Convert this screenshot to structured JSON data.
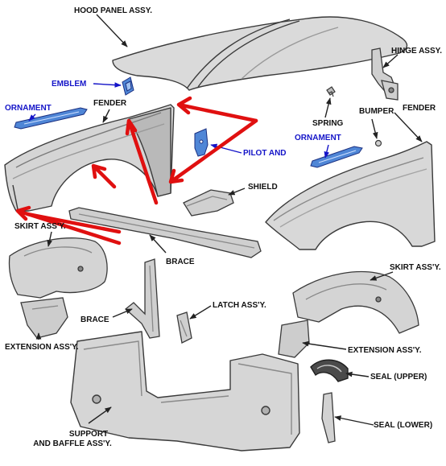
{
  "colors": {
    "outline": "#3a3a3a",
    "part_fill": "#d8d8d8",
    "part_shade": "#b4b4b4",
    "accent_blue": "#1414c8",
    "part_blue": "#4f86d6",
    "arrow_red": "#e01010"
  },
  "labels": {
    "hood_panel": "HOOD PANEL ASSY.",
    "hinge": "HINGE ASSY.",
    "emblem": "EMBLEM",
    "ornament_left": "ORNAMENT",
    "fender_left": "FENDER",
    "spring": "SPRING",
    "bumper": "BUMPER",
    "fender_right": "FENDER",
    "ornament_right": "ORNAMENT",
    "pilot_and": "PILOT AND",
    "shield": "SHIELD",
    "skirt_left": "SKIRT ASS'Y.",
    "brace_top": "BRACE",
    "skirt_right": "SKIRT ASS'Y.",
    "latch": "LATCH ASS'Y.",
    "brace_left": "BRACE",
    "extension_left": "EXTENSION ASS'Y.",
    "extension_right": "EXTENSION ASS'Y.",
    "seal_upper": "SEAL (UPPER)",
    "seal_lower": "SEAL (LOWER)",
    "support_line1": "SUPPORT",
    "support_line2": "AND BAFFLE ASS'Y."
  }
}
